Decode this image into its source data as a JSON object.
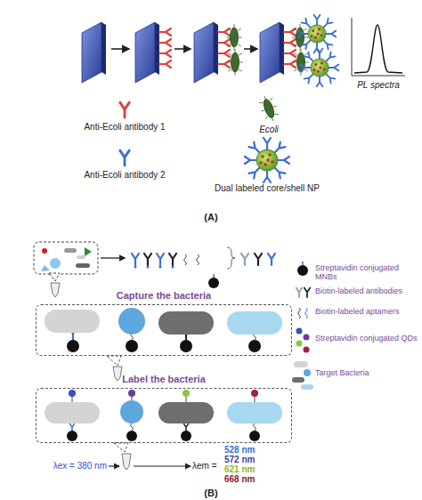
{
  "diagram": {
    "nodes": [
      {
        "text": [
          "Capture the bacteria"
        ]
      },
      {
        "text": [
          "Label the bacteria"
        ]
      }
    ],
    "labels": [
      "PL spectra",
      "(A)",
      "λex = 380 nm",
      "λem =",
      "528 nm",
      "572 nm",
      "621 nm",
      "668 nm",
      "(B)"
    ],
    "legend": [
      {
        "text": "Anti-Ecoli antibody 1"
      },
      {
        "text": "Ecoli"
      },
      {
        "text": "Anti-Ecoli antibody 2"
      },
      {
        "text": "Dual labeled core/shell NP"
      },
      {
        "text": "Streptavidin conjugated MNBs"
      },
      {
        "text": "Biotin-labeled antibodies"
      },
      {
        "text": "Biotin-labeled aptamers"
      },
      {
        "text": "Streptavidin conjugated QDs"
      },
      {
        "text": "Target Bacteria"
      }
    ]
  }
}
